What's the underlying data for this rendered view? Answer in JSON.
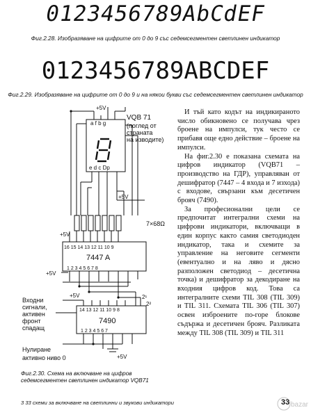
{
  "header": {
    "segment_row_1": "0123456789AbCdEF",
    "caption_2_28": "Фиг.2.28. Изобразяване на цифрите от 0 до 9 със седемсегментен светлинен индикатор",
    "segment_row_2": "0123456789ABCDEF",
    "caption_2_29": "Фиг.2.29. Изобразяване на цифрите от 0 до 9 и на някои букви със седемсегментен светлинен индикатор"
  },
  "body_text": {
    "p1": "И тъй като кодът на индикираното число обикновено се получава чрез броене на импулси, тук често се прибавя още едно действие – броене на импулси.",
    "p2": "На фиг.2.30 е показана схемата на цифров индикатор (VQB71 – производство на ГДР), управляван от дешифратор (7447 – 4 входа и 7 изхода) с входове, свързани към десетичен брояч (7490).",
    "p3": "За професионални цели се предпочитат интегрални схеми на цифрови индикатори, включващи в един корпус както самия светодиоден индикатор, така и схемите за управление на неговите сегменти (евентуално и на ляво и дясно разположен светодиод – десетична точка) и дешифратор за декодиране на входния цифров код. Това са интегралните схеми TIL 308 (TIL 309) и TIL 311. Схемата TIL 306 (TIL 307) освен изброените по-горе блокове съдържа и десетичен брояч. Разликата между TIL 308 (TIL 309) и TIL 311"
  },
  "diagram": {
    "vqb_label": "VQB 71",
    "view_note_1": "(поглед от",
    "view_note_2": "страната",
    "view_note_3": "на изводите)",
    "digit_shown": "8",
    "plus5v": "+5V",
    "anode_pins": "a f b g",
    "cathode_pins": "e d c Dp",
    "resistors_label": "7×68Ω",
    "decoder_name": "7447 A",
    "decoder_pins_top": "16 15 14 13 12 11 10 9",
    "decoder_pins_bottom": "1 2 3 4 5 6 7 8",
    "counter_name": "7490",
    "counter_pins_top": "14 13 12 11 10 9 8",
    "counter_pins_bottom": "1 2 3 4 5 6 7",
    "input_label_1": "Входни",
    "input_label_2": "сигнали,",
    "input_label_3": "активен",
    "input_label_4": "фронт",
    "input_label_5": "спадащ",
    "reset_label_1": "Нулиране",
    "reset_label_2": "активно ниво 0",
    "r_label_1": "2¹",
    "r_label_2": "2²",
    "caption_2_30": "Фиг.2.30. Схема на включване на цифров седемсегментен светлинен индикатор VQB71"
  },
  "footer": {
    "book_title": "3 33 схеми за включване на светлинни и звукови индикатори",
    "page_number": "33",
    "watermark": "bazar"
  }
}
